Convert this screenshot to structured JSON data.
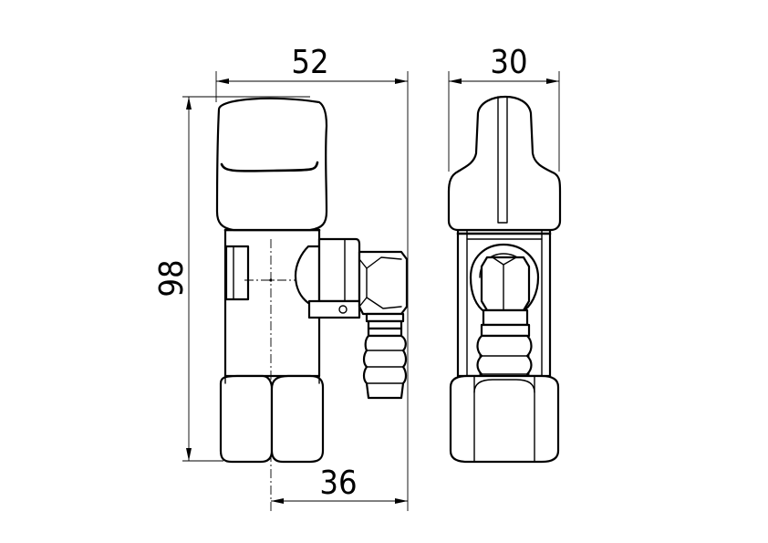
{
  "dimensions": {
    "width_front": "52",
    "width_side": "30",
    "height": "98",
    "outlet_offset": "36"
  },
  "colors": {
    "line": "#000000",
    "background": "#ffffff"
  }
}
